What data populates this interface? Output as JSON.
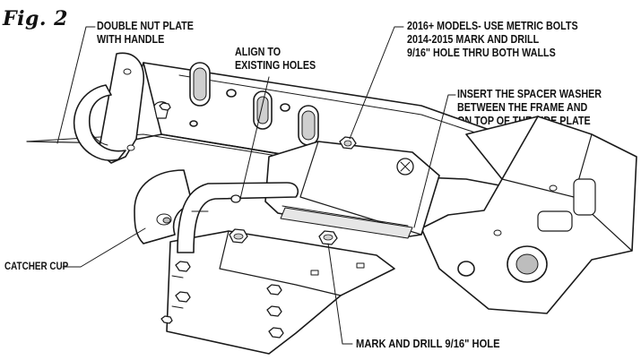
{
  "figure": {
    "label": "Fig. 2"
  },
  "callouts": {
    "double_nut": {
      "line1": "DOUBLE NUT PLATE",
      "line2": "WITH HANDLE"
    },
    "align": {
      "line1": "ALIGN TO",
      "line2": "EXISTING HOLES"
    },
    "models": {
      "line1": "2016+ MODELS- USE METRIC BOLTS",
      "line2": "2014-2015 MARK AND DRILL",
      "line3": "9/16\" HOLE THRU BOTH WALLS"
    },
    "spacer": {
      "line1": "INSERT THE SPACER WASHER",
      "line2": "BETWEEN THE FRAME AND",
      "line3": "ON TOP OF THE SIDE PLATE"
    },
    "catcher": {
      "line1": "CATCHER CUP"
    },
    "mark_drill": {
      "line1": "MARK AND DRILL 9/16\" HOLE"
    }
  },
  "colors": {
    "line": "#1a1a1a",
    "fill": "#ffffff",
    "shade": "#d9d9d9",
    "dark": "#9a9a9a"
  }
}
